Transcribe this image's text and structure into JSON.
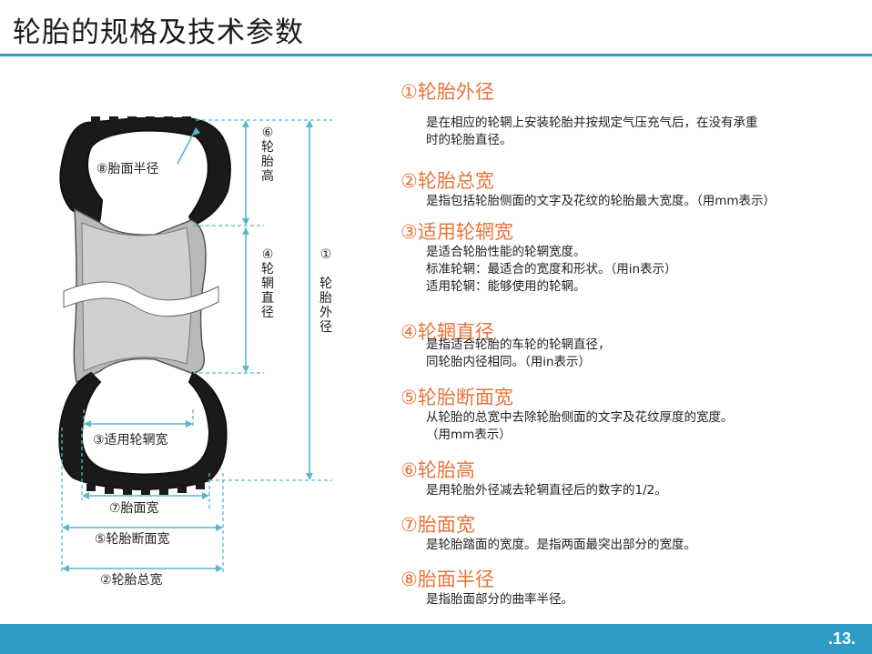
{
  "slide": {
    "title": "轮胎的规格及技术参数",
    "page_number": ".13.",
    "accent_color": "#2e9cc7",
    "heading_color": "#e8743b"
  },
  "diagram": {
    "labels": {
      "tread_radius": "⑧胎面半径",
      "rim_width": "③适用轮辋宽",
      "tread_width": "⑦胎面宽",
      "section_width": "⑤轮胎断面宽",
      "overall_width": "②轮胎总宽",
      "tire_height": "⑥\n轮\n胎\n高",
      "rim_diameter": "④\n轮\n辋\n直\n径",
      "outer_diameter": "①\n\n轮\n胎\n外\n径"
    }
  },
  "definitions": [
    {
      "title": "①轮胎外径",
      "body": "是在相应的轮辋上安装轮胎并按规定气压充气后，在没有承重\n时的轮胎直径。"
    },
    {
      "title": "②轮胎总宽",
      "body": "是指包括轮胎侧面的文字及花纹的轮胎最大宽度。（用mm表示）"
    },
    {
      "title": "③适用轮辋宽",
      "body": "是适合轮胎性能的轮辋宽度。\n标准轮辋：最适合的宽度和形状。（用in表示）\n适用轮辋：能够使用的轮辋。"
    },
    {
      "title": "④轮辋直径",
      "body": "是指适合轮胎的车轮的轮辋直径，\n同轮胎内径相同。（用in表示）"
    },
    {
      "title": "⑤轮胎断面宽",
      "body": "从轮胎的总宽中去除轮胎侧面的文字及花纹厚度的宽度。\n（用mm表示）"
    },
    {
      "title": "⑥轮胎高",
      "body": "是用轮胎外径减去轮辋直径后的数字的1/2。"
    },
    {
      "title": "⑦胎面宽",
      "body": "是轮胎踏面的宽度。是指两面最突出部分的宽度。"
    },
    {
      "title": "⑧胎面半径",
      "body": "是指胎面部分的曲率半径。"
    }
  ]
}
